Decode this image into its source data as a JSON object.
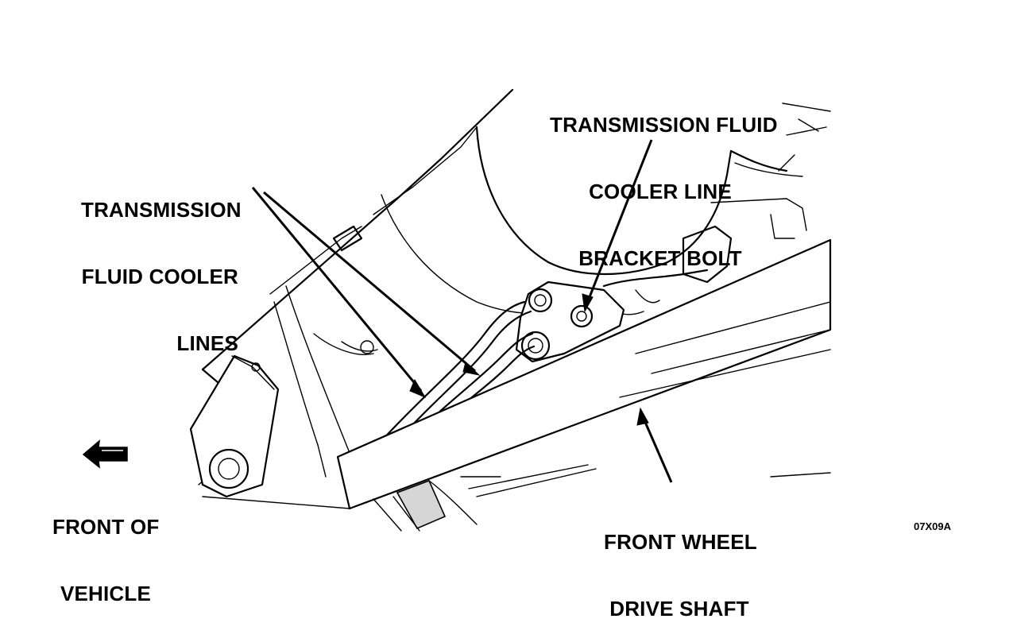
{
  "labels": {
    "cooler_lines": [
      "TRANSMISSION",
      "FLUID COOLER",
      "LINES"
    ],
    "bracket_bolt": [
      "TRANSMISSION FLUID",
      "COOLER LINE",
      "BRACKET BOLT"
    ],
    "front_of_vehicle": [
      "FRONT OF",
      "VEHICLE"
    ],
    "drive_shaft": [
      "FRONT WHEEL",
      "DRIVE SHAFT"
    ]
  },
  "figure_code": "07X09A"
}
